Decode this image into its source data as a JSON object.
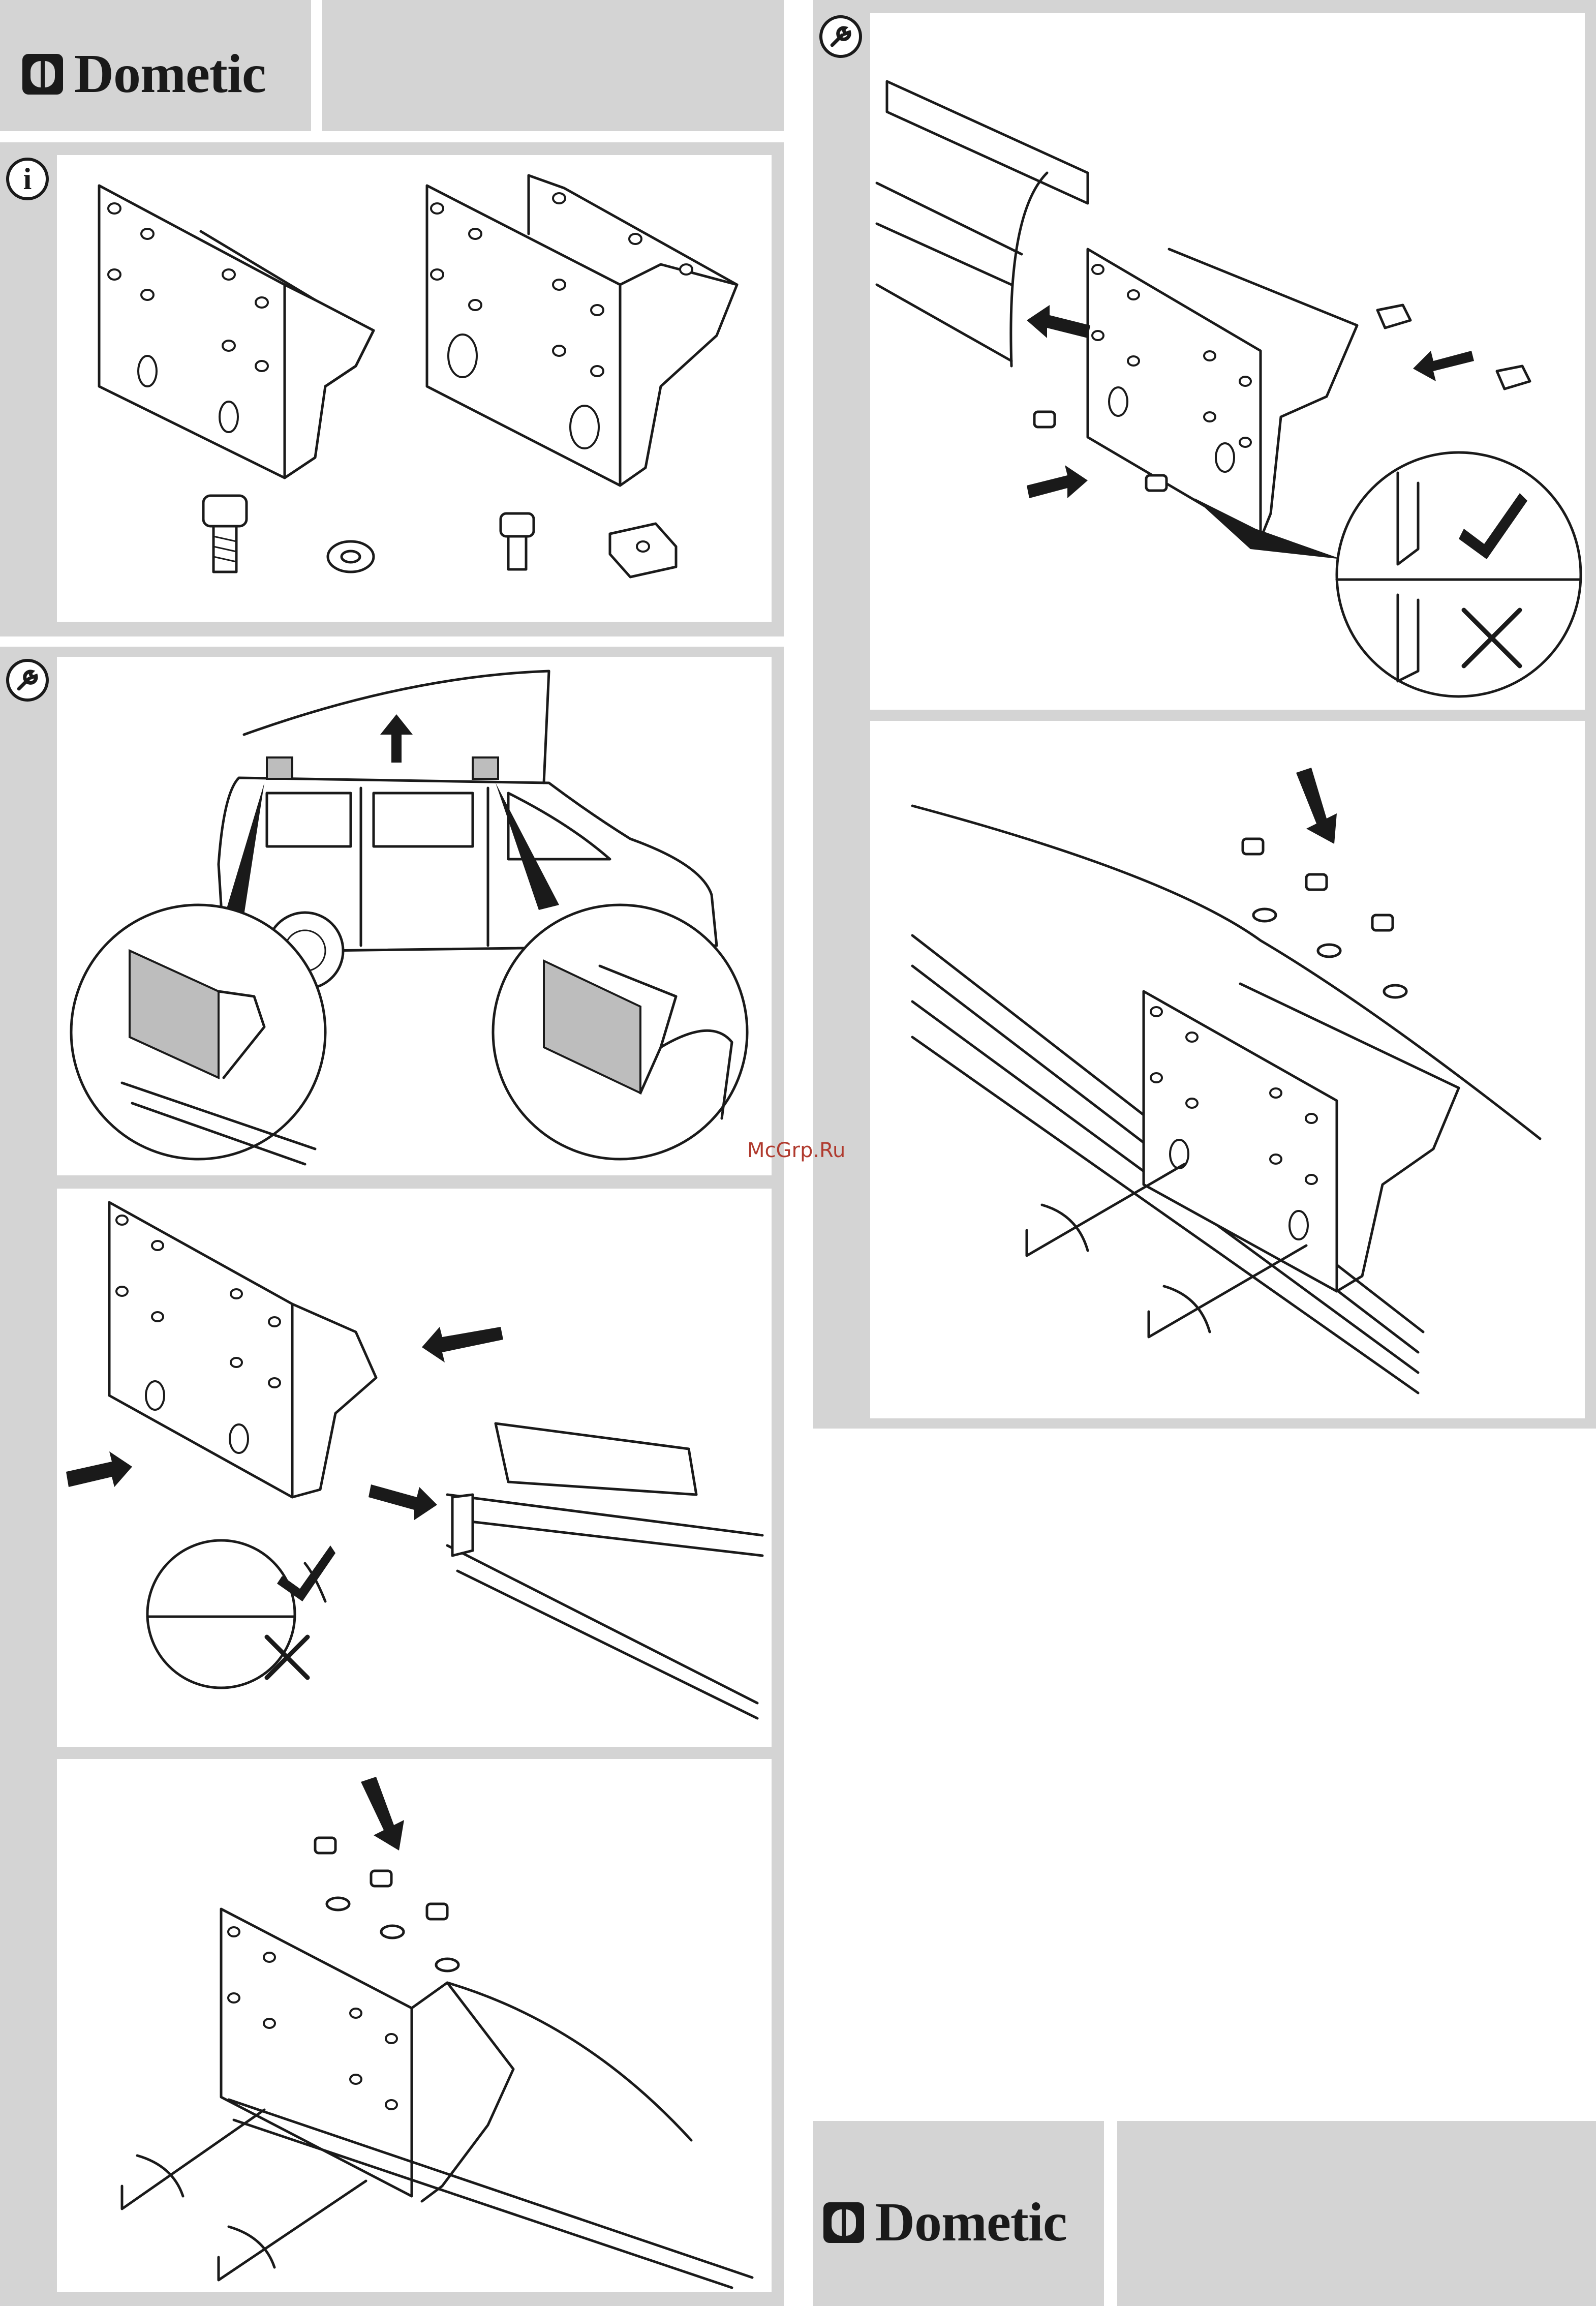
{
  "brand": {
    "name": "Dometic"
  },
  "watermark": "McGrp.Ru",
  "icons": {
    "info": "i",
    "wrench": "wrench-icon"
  },
  "colors": {
    "background_gray": "#d4d4d4",
    "ink": "#1a1a1a",
    "watermark": "#b03a2e"
  }
}
